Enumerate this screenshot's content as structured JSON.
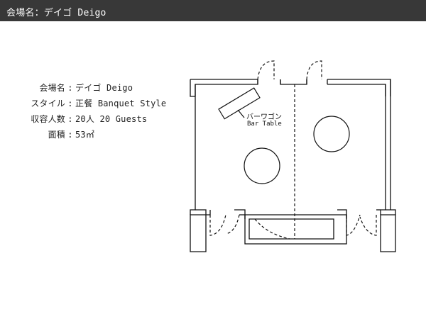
{
  "header": {
    "title": "会場名：デイゴ Deigo"
  },
  "info": {
    "separator": ":",
    "rows": [
      {
        "label": "会場名",
        "value": "デイゴ Deigo"
      },
      {
        "label": "スタイル",
        "value": "正餐 Banquet Style"
      },
      {
        "label": "収容人数",
        "value": "20人 20 Guests"
      },
      {
        "label": "面積",
        "value": "53㎡"
      }
    ]
  },
  "floorplan": {
    "bar_label_ja": "バーワゴン",
    "bar_label_en": "Bar Table",
    "round_table_count": 2
  },
  "colors": {
    "header_bg": "#383838",
    "header_text": "#ffffff",
    "line": "#111111"
  }
}
